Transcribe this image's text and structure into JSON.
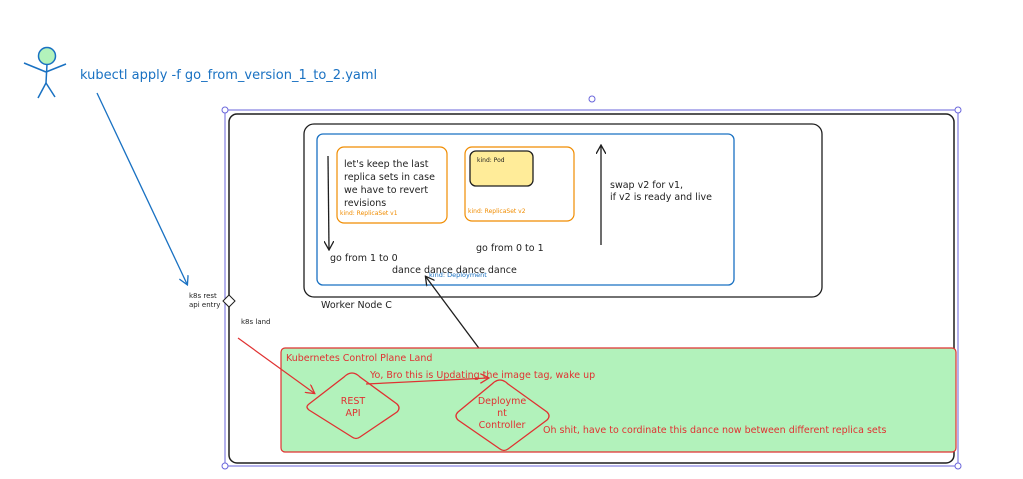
{
  "diagram": {
    "command": "kubectl apply -f go_from_version_1_to_2.yaml",
    "k8s_rest_entry": [
      "k8s rest",
      "api entry"
    ],
    "k8s_land": "k8s land",
    "worker_node": "Worker Node C",
    "deployment_kind": "kind: Deployment",
    "replicaset_v1": {
      "note": [
        "let's keep the last",
        "replica sets in case",
        "we have to revert",
        "revisions"
      ],
      "kind": "kind: ReplicaSet v1"
    },
    "replicaset_v2": {
      "pod_kind": "kind: Pod",
      "kind": "kind: ReplicaSet v2"
    },
    "swap_note": [
      "swap v2 for v1,",
      "if v2 is ready and live"
    ],
    "go_1_to_0": "go from 1 to 0",
    "go_0_to_1": "go from 0 to 1",
    "dance": "dance dance dance dance",
    "control_plane": {
      "title": "Kubernetes Control Plane Land",
      "message": "Yo, Bro this is Updating the image tag, wake up",
      "rest_api": [
        "REST",
        "API"
      ],
      "deployment_controller": [
        "Deployme",
        "nt",
        "Controller"
      ],
      "coordination_note": "Oh shit, have to cordinate this dance now between different replica sets"
    },
    "colors": {
      "blue": "#1971c2",
      "orange": "#f08c00",
      "red": "#e03131",
      "green_fill": "#b2f2bb",
      "pod_fill": "#ffec99",
      "dark": "#1e1e1e",
      "selection": "#6965db"
    },
    "icons": [
      "stick-figure-icon"
    ]
  }
}
